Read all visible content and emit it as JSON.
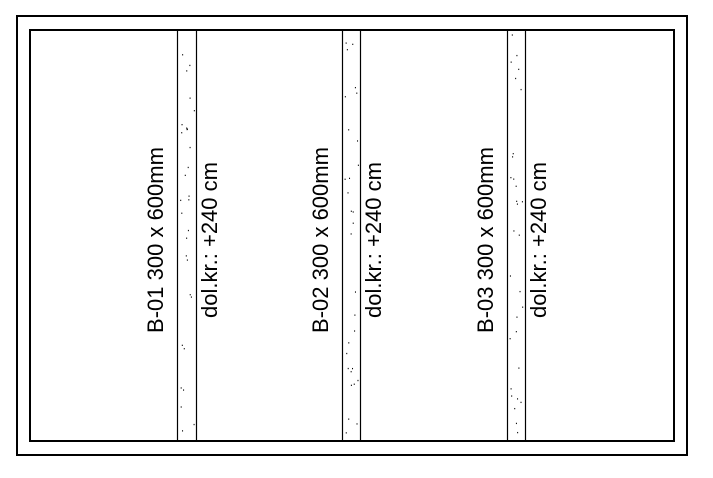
{
  "beams": [
    {
      "label": "B-01 300 x 600mm",
      "level": "dol.kr.: +240 cm"
    },
    {
      "label": "B-02 300 x 600mm",
      "level": "dol.kr.: +240 cm"
    },
    {
      "label": "B-03 300 x 600mm",
      "level": "dol.kr.: +240 cm"
    }
  ]
}
